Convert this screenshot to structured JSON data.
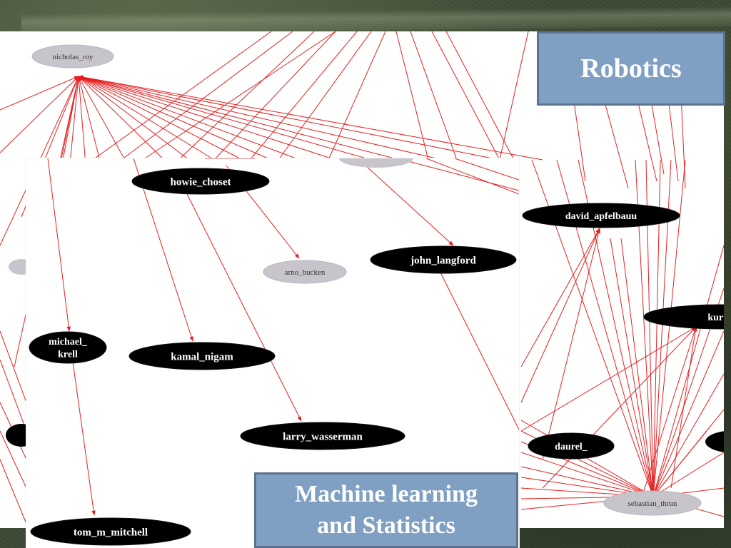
{
  "titles": {
    "robotics": "Robotics",
    "ml_line1": "Machine learning",
    "ml_line2": "and Statistics"
  },
  "colors": {
    "edge": "#e52020",
    "node_dark": "#000000",
    "node_light": "#c8c4cc",
    "title_fill": "#7f9fc3",
    "title_border": "#5c7390"
  },
  "background_nodes": [
    {
      "id": "nicholas_roy",
      "label": "nicholas_roy",
      "style": "light"
    },
    {
      "id": "david_apfelbaum",
      "label": "david_apfelbauu",
      "style": "dark"
    },
    {
      "id": "kurt",
      "label": "kurt_l",
      "style": "dark"
    },
    {
      "id": "daurel",
      "label": "daurel_",
      "style": "dark"
    },
    {
      "id": "sebastian_thrun",
      "label": "sebastian_thrun",
      "style": "light"
    }
  ],
  "inset_nodes": [
    {
      "id": "howie_choset",
      "label": "howie_choset",
      "style": "dark"
    },
    {
      "id": "arno_bucken",
      "label": "arno_bucken",
      "style": "light"
    },
    {
      "id": "john_langford",
      "label": "john_langford",
      "style": "dark"
    },
    {
      "id": "michael_krell",
      "label": "michael_\nkrell",
      "style": "dark"
    },
    {
      "id": "kamal_nigam",
      "label": "kamal_nigam",
      "style": "dark"
    },
    {
      "id": "larry_wasserman",
      "label": "larry_wasserman",
      "style": "dark"
    },
    {
      "id": "tom_m_mitchell",
      "label": "tom_m_mitchell",
      "style": "dark"
    }
  ]
}
